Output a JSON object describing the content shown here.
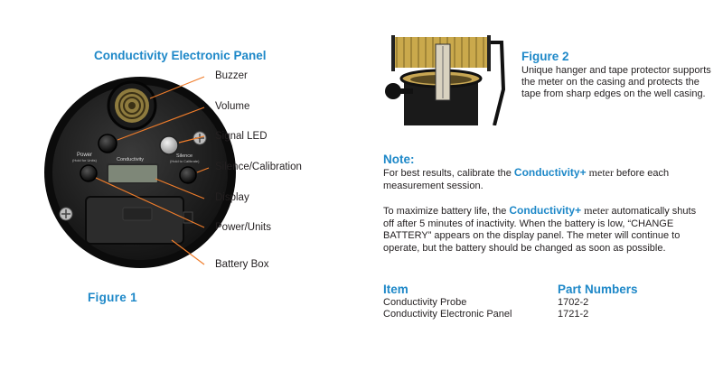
{
  "figure1": {
    "title": "Conductivity Electronic Panel",
    "label": "Figure 1",
    "panel_text": {
      "power": "Power",
      "power_sub": "(Hold for Units)",
      "conductivity": "Conductivity",
      "silence": "Silence",
      "silence_sub": "(Hold to Calibrate)"
    },
    "callouts": [
      "Buzzer",
      "Volume",
      "Signal LED",
      "Silence/Calibration",
      "Display",
      "Power/Units",
      "Battery Box"
    ],
    "leader_color": "#f07d2b"
  },
  "figure2": {
    "title": "Figure 2",
    "description": "Unique hanger and tape protector supports the meter on the casing and protects the tape from sharp edges on the well casing."
  },
  "note": {
    "title": "Note:",
    "p1_pre": "For best results, calibrate the ",
    "brand": "Conductivity",
    "brand_plus": "+",
    "meter": "meter",
    "p1_post": " before each measurement session.",
    "p2_pre": "To maximize battery life, the ",
    "p2_post": " automatically shuts off after 5 minutes of inactivity. When the battery is low, “CHANGE BATTERY” appears on the display panel. The meter will continue to operate, but the battery should be changed as soon as possible."
  },
  "parts": {
    "item_header": "Item",
    "pn_header": "Part Numbers",
    "rows": [
      {
        "item": "Conductivity Probe",
        "pn": "1702-2"
      },
      {
        "item": "Conductivity Electronic Panel",
        "pn": "1721-2"
      }
    ]
  },
  "colors": {
    "accent": "#1e88c8",
    "leader": "#f07d2b"
  }
}
